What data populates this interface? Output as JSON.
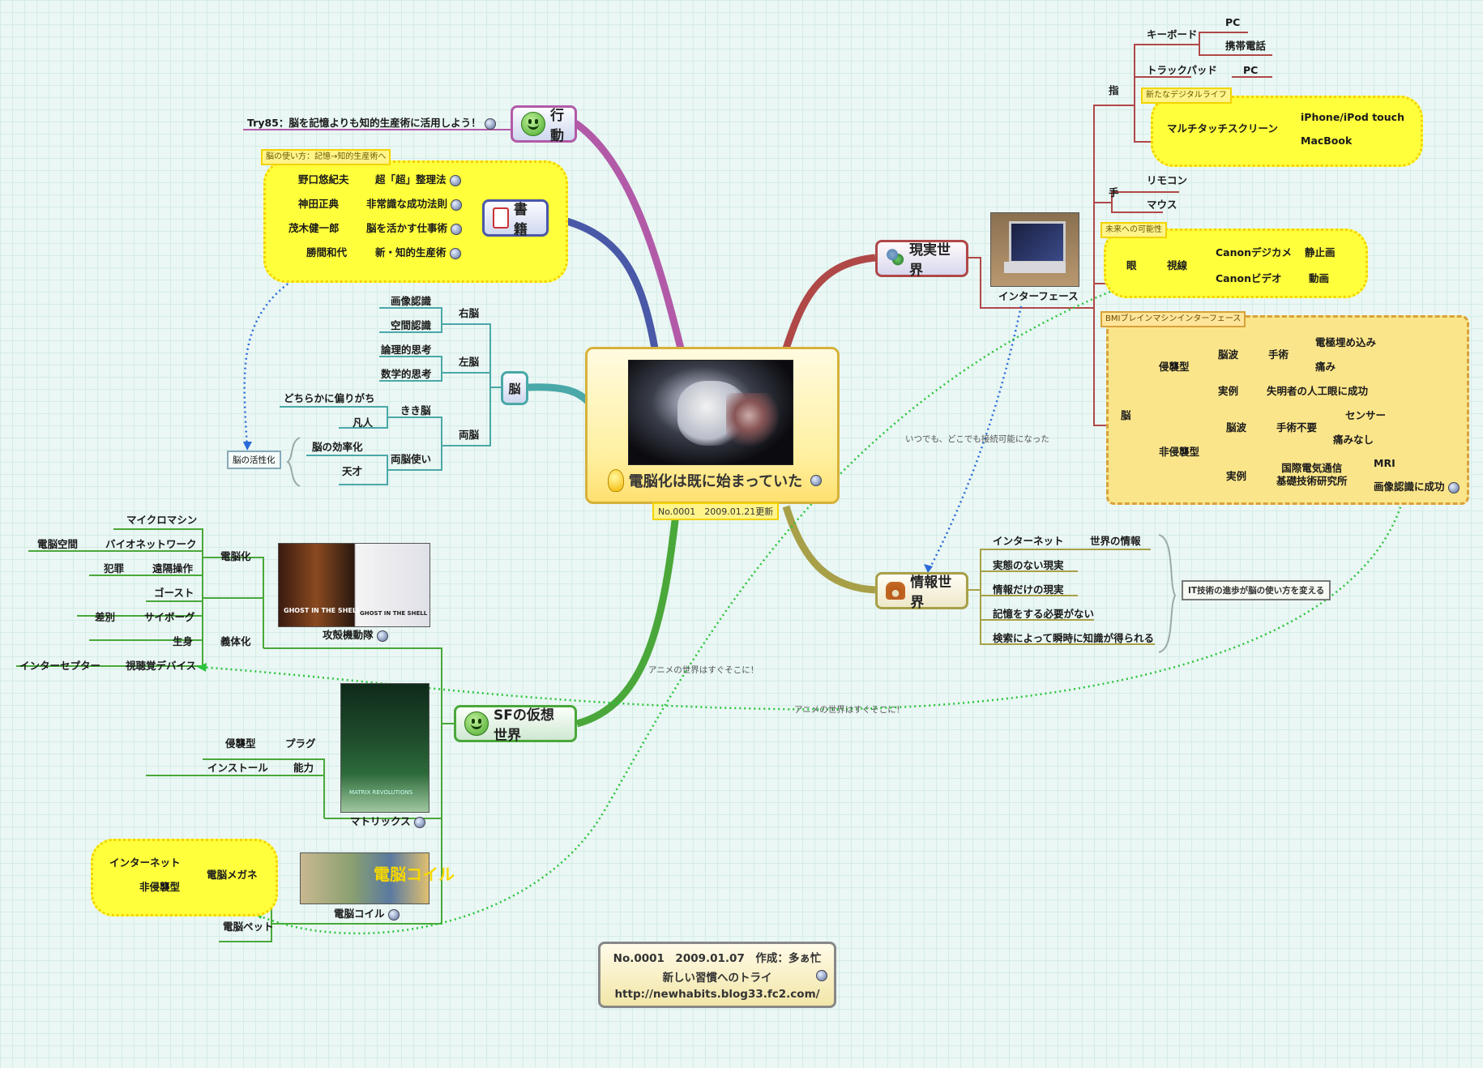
{
  "central": {
    "title": "電脳化は既に始まっていた",
    "update_tag": "No.0001　2009.01.21更新"
  },
  "topics": {
    "action": "行動",
    "books": "書籍",
    "brain": "脳",
    "real": "現実世界",
    "info": "情報世界",
    "sf": "SFの仮想世界"
  },
  "action": {
    "try85": "Try85：脳を記憶よりも知的生産術に活用しよう！"
  },
  "books": {
    "group_tag": "脳の使い方：記憶→知的生産術へ",
    "authors": [
      "野口悠紀夫",
      "神田正典",
      "茂木健一郎",
      "勝間和代"
    ],
    "titles": [
      "超「超」整理法",
      "非常識な成功法則",
      "脳を活かす仕事術",
      "新・知的生産術"
    ]
  },
  "brain": {
    "right": "右脳",
    "left": "左脳",
    "both": "両脳",
    "right_items": [
      "画像認識",
      "空間認識"
    ],
    "left_items": [
      "論理的思考",
      "数学的思考"
    ],
    "dominant": "きき脳",
    "dominant_items": [
      "どちらかに偏りがち",
      "凡人"
    ],
    "ambi": "両脳使い",
    "ambi_items": [
      "脳の効率化",
      "天才"
    ],
    "activation": "脳の活性化"
  },
  "sf": {
    "gits_title": "攻殻機動隊",
    "cyberbrain": "電脳化",
    "cyberbrain_items": [
      "マイクロマシン",
      "バイオネットワーク",
      "遠隔操作",
      "ゴースト"
    ],
    "cyberspace": "電脳空間",
    "crime": "犯罪",
    "prosthetic": "義体化",
    "living": "生身",
    "cyborg": "サイボーグ",
    "discrimination": "差別",
    "av_device": "視聴覚デバイス",
    "interceptor": "インターセプター",
    "matrix_title": "マトリックス",
    "invasive": "侵襲型",
    "plug": "プラグ",
    "install": "インストール",
    "ability": "能力",
    "coil_title": "電脳コイル",
    "glasses": "電脳メガネ",
    "internet": "インターネット",
    "noninvasive": "非侵襲型",
    "pet": "電脳ペット",
    "poster_gits_a": "GHOST IN THE SHELL",
    "poster_gits_b": "GHOST IN THE SHELL",
    "poster_matrix": "MATRIX REVOLUTIONS",
    "poster_coil": "電脳コイル"
  },
  "real": {
    "interface": "インターフェース",
    "finger": "指",
    "keyboard": "キーボード",
    "pc": "PC",
    "phone": "携帯電話",
    "trackpad": "トラックパッド",
    "pc2": "PC",
    "new_life_tag": "新たなデジタルライフ",
    "multitouch": "マルチタッチスクリーン",
    "iphone": "iPhone/iPod touch",
    "macbook": "MacBook",
    "hand": "手",
    "remote": "リモコン",
    "mouse": "マウス",
    "future_tag": "未来への可能性",
    "eye": "眼",
    "gaze": "視線",
    "canon_cam": "Canonデジカメ",
    "still": "静止画",
    "canon_video": "Canonビデオ",
    "video": "動画",
    "bmi_tag": "BMIブレインマシンインターフェース",
    "brain": "脳",
    "invasive": "侵襲型",
    "eeg": "脳波",
    "surgery": "手術",
    "electrode": "電極埋め込み",
    "pain": "痛み",
    "example": "実例",
    "blind": "失明者の人工眼に成功",
    "noninvasive": "非侵襲型",
    "eeg2": "脳波",
    "no_surgery": "手術不要",
    "sensor": "センサー",
    "no_pain": "痛みなし",
    "example2": "実例",
    "atr": "国際電気通信\n基礎技術研究所",
    "mri": "MRI",
    "image_rec": "画像認識に成功"
  },
  "info": {
    "items": [
      "インターネット",
      "実態のない現実",
      "情報だけの現実",
      "記憶をする必要がない",
      "検索によって瞬時に知識が得られる"
    ],
    "world_info": "世界の情報",
    "summary": "IT技術の進歩が脳の使い方を変える"
  },
  "notes": {
    "anywhere": "いつでも、どこでも接続可能になった",
    "anime1": "アニメの世界はすぐそこに！",
    "anime2": "アニメの世界はすぐそこに！"
  },
  "footer": {
    "line1": "No.0001　2009.01.07　作成：多ぁ忙",
    "line2": "新しい習慣へのトライ",
    "line3": "http://newhabits.blog33.fc2.com/"
  },
  "colors": {
    "action": "#b25aa8",
    "books": "#4a58a8",
    "brain": "#4aa8a8",
    "real": "#b04848",
    "info": "#a8a048",
    "sf": "#4aa83a",
    "relation": "#2ac43a",
    "relation_blue": "#2a6ad8"
  }
}
